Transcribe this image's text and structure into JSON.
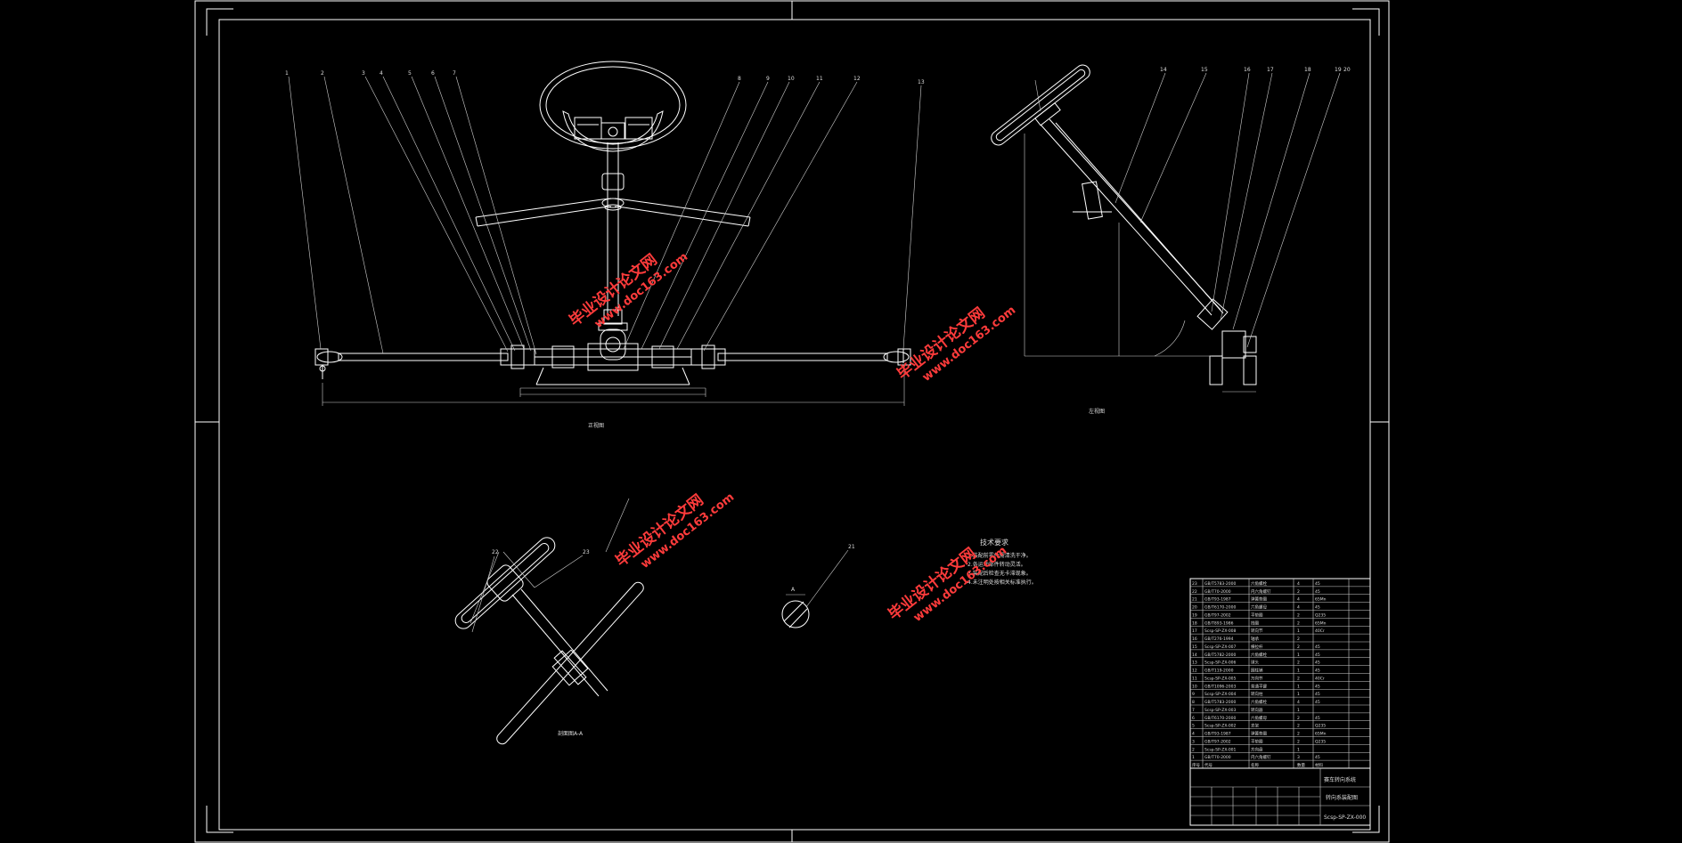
{
  "watermark": {
    "cn": "毕业设计论文网",
    "url": "www.doc163.com",
    "color": "#ff3b3b"
  },
  "views": {
    "front_caption": "正视图",
    "side_caption": "左视图",
    "section_caption": "剖面图A-A",
    "section_mark": "A"
  },
  "balloons": {
    "front": [
      "1",
      "2",
      "3",
      "4",
      "5",
      "6",
      "7",
      "8",
      "9",
      "10",
      "11",
      "12",
      "13"
    ],
    "side": [
      "14",
      "15",
      "16",
      "17",
      "18",
      "19",
      "20"
    ],
    "section": [
      "21",
      "22",
      "23"
    ]
  },
  "tech_req": {
    "title": "技术要求",
    "lines": [
      "1.装配前零件需清洗干净。",
      "2.各运动部件转动灵活。",
      "3.装配后检查无卡滞现象。",
      "4.未注明处按相关标准执行。"
    ]
  },
  "bom": {
    "rows": [
      [
        "23",
        "GB/T5783-2000",
        "六角螺栓",
        "4",
        "45"
      ],
      [
        "22",
        "GB/T70-2000",
        "内六角螺钉",
        "2",
        "45"
      ],
      [
        "21",
        "GB/T93-1987",
        "弹簧垫圈",
        "4",
        "65Mn"
      ],
      [
        "20",
        "GB/T6170-2000",
        "六角螺母",
        "4",
        "45"
      ],
      [
        "19",
        "GB/T97-2002",
        "平垫圈",
        "2",
        "Q235"
      ],
      [
        "18",
        "GB/T893-1986",
        "挡圈",
        "2",
        "65Mn"
      ],
      [
        "17",
        "Scsp-SP-ZX-008",
        "转向节",
        "1",
        "40Cr"
      ],
      [
        "16",
        "GB/T276-1994",
        "轴承",
        "2",
        ""
      ],
      [
        "15",
        "Scsp-SP-ZX-007",
        "横拉杆",
        "2",
        "45"
      ],
      [
        "14",
        "GB/T5782-2000",
        "六角螺栓",
        "1",
        "45"
      ],
      [
        "13",
        "Scsp-SP-ZX-006",
        "球头",
        "2",
        "45"
      ],
      [
        "12",
        "GB/T119-2000",
        "圆柱销",
        "1",
        "45"
      ],
      [
        "11",
        "Scsp-SP-ZX-005",
        "万向节",
        "2",
        "40Cr"
      ],
      [
        "10",
        "GB/T1096-2003",
        "普通平键",
        "1",
        "45"
      ],
      [
        "9",
        "Scsp-SP-ZX-004",
        "转向柱",
        "1",
        "45"
      ],
      [
        "8",
        "GB/T5783-2000",
        "六角螺栓",
        "4",
        "45"
      ],
      [
        "7",
        "Scsp-SP-ZX-003",
        "转向器",
        "1",
        ""
      ],
      [
        "6",
        "GB/T6170-2000",
        "六角螺母",
        "2",
        "45"
      ],
      [
        "5",
        "Scsp-SP-ZX-002",
        "支架",
        "2",
        "Q235"
      ],
      [
        "4",
        "GB/T93-1987",
        "弹簧垫圈",
        "2",
        "65Mn"
      ],
      [
        "3",
        "GB/T97-2002",
        "平垫圈",
        "2",
        "Q235"
      ],
      [
        "2",
        "Scsp-SP-ZX-001",
        "方向盘",
        "1",
        ""
      ],
      [
        "1",
        "GB/T70-2000",
        "内六角螺钉",
        "3",
        "45"
      ]
    ],
    "header": [
      "序号",
      "代号",
      "名称",
      "数量",
      "材料"
    ]
  },
  "title_block": {
    "school": "赛车转向系统",
    "drawing_name": "转向系装配图",
    "drawing_no": "Scsp-SP-ZX-000"
  }
}
